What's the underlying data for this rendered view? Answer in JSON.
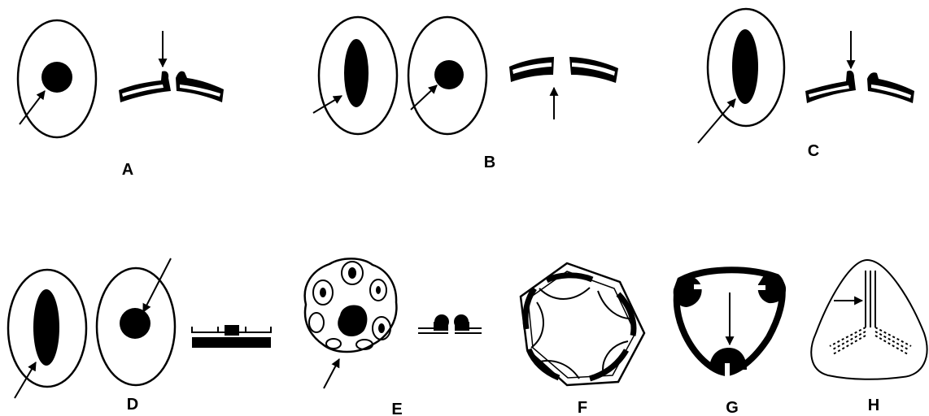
{
  "figure": {
    "labels": [
      "A",
      "B",
      "C",
      "D",
      "E",
      "F",
      "G",
      "H"
    ]
  },
  "colors": {
    "ink": "#000000",
    "paper": "#ffffff"
  }
}
